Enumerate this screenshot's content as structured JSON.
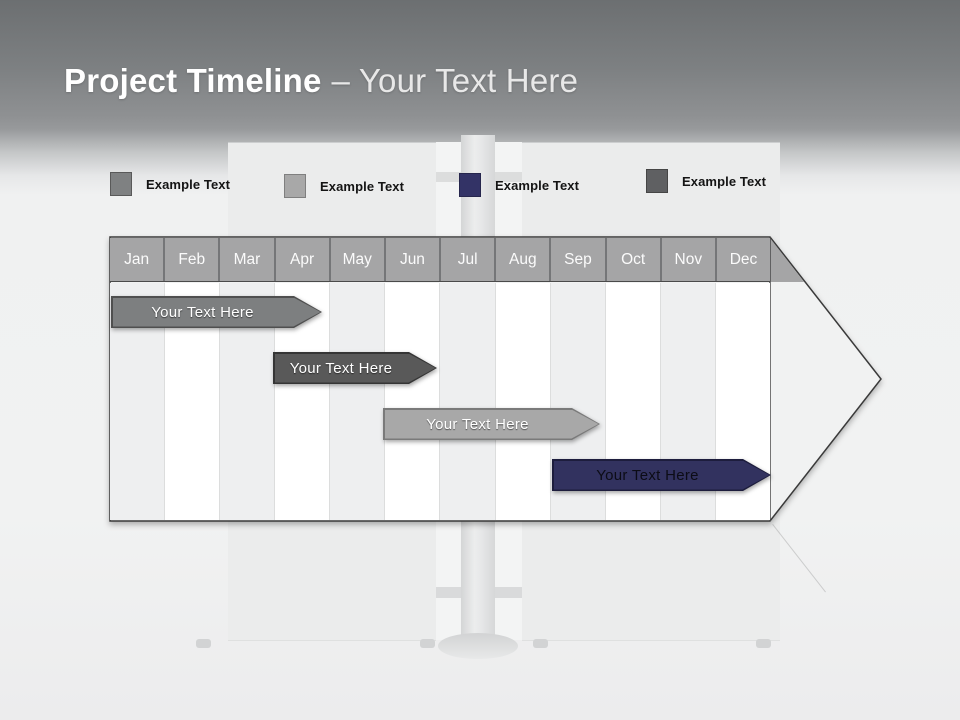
{
  "slide": {
    "title_bold": "Project Timeline",
    "title_light": "– Your Text Here"
  },
  "legend": {
    "items": [
      {
        "label": "Example Text",
        "color": "#7f8182",
        "border": "#595959"
      },
      {
        "label": "Example Text",
        "color": "#a8a8a8",
        "border": "#7f7f7f"
      },
      {
        "label": "Example Text",
        "color": "#333366",
        "border": "#26264d"
      },
      {
        "label": "Example Text",
        "color": "#5f6062",
        "border": "#454545"
      }
    ]
  },
  "timeline": {
    "header_fill": "#a5a5a6",
    "arrow_fill": "#f1f2f2",
    "months": [
      "Jan",
      "Feb",
      "Mar",
      "Apr",
      "May",
      "Jun",
      "Jul",
      "Aug",
      "Sep",
      "Oct",
      "Nov",
      "Dec"
    ],
    "bars": [
      {
        "label": "Your Text Here",
        "fill": "#7d7f80",
        "border": "#4f4f4f",
        "text_color": "#ffffff",
        "start": "Jan",
        "end": "Apr"
      },
      {
        "label": "Your Text Here",
        "fill": "#595959",
        "border": "#353535",
        "text_color": "#ffffff",
        "start": "Apr",
        "end": "Jun"
      },
      {
        "label": "Your Text Here",
        "fill": "#a8a8a8",
        "border": "#7a7a7a",
        "text_color": "#ffffff",
        "start": "Jun",
        "end": "Sep"
      },
      {
        "label": "Your Text Here",
        "fill": "#32325f",
        "border": "#1d1d3d",
        "text_color": "#0c0c16",
        "start": "Sep",
        "end": "Dec"
      }
    ]
  },
  "chart_data": {
    "type": "bar",
    "subtype": "gantt-timeline",
    "title": "Project Timeline – Your Text Here",
    "categories": [
      "Jan",
      "Feb",
      "Mar",
      "Apr",
      "May",
      "Jun",
      "Jul",
      "Aug",
      "Sep",
      "Oct",
      "Nov",
      "Dec"
    ],
    "series": [
      {
        "name": "Your Text Here",
        "start": "Jan",
        "end": "Apr",
        "row": 1,
        "color": "#7f7f7f"
      },
      {
        "name": "Your Text Here",
        "start": "Apr",
        "end": "Jun",
        "row": 2,
        "color": "#595959"
      },
      {
        "name": "Your Text Here",
        "start": "Jun",
        "end": "Sep",
        "row": 3,
        "color": "#a6a6a6"
      },
      {
        "name": "Your Text Here",
        "start": "Sep",
        "end": "Dec",
        "row": 4,
        "color": "#333366"
      }
    ],
    "legend_entries": [
      "Example Text",
      "Example Text",
      "Example Text",
      "Example Text"
    ],
    "legend_position": "top",
    "grid": "vertical-month-stripes",
    "axis": {
      "x": "months Jan–Dec",
      "y": "task rows 1–4"
    }
  }
}
